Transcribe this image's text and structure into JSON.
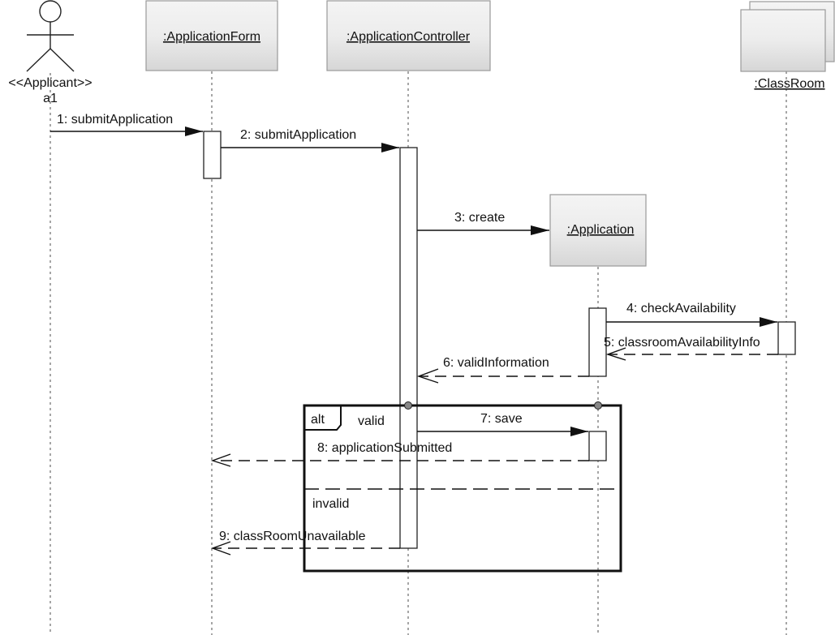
{
  "diagram": {
    "type": "UML sequence diagram",
    "actor": {
      "stereotype": "<<Applicant>>",
      "name": "a1"
    },
    "participants": [
      {
        "id": "form",
        "label": ":ApplicationForm"
      },
      {
        "id": "controller",
        "label": ":ApplicationController"
      },
      {
        "id": "application",
        "label": ":Application"
      },
      {
        "id": "classroom",
        "label": ":ClassRoom"
      }
    ],
    "messages": [
      {
        "label": "1: submitApplication",
        "from": "a1",
        "to": "form",
        "kind": "sync"
      },
      {
        "label": "2: submitApplication",
        "from": "form",
        "to": "controller",
        "kind": "sync"
      },
      {
        "label": "3: create",
        "from": "controller",
        "to": "application",
        "kind": "create"
      },
      {
        "label": "4: checkAvailability",
        "from": "application",
        "to": "classroom",
        "kind": "sync"
      },
      {
        "label": "5: classroomAvailabilityInfo",
        "from": "classroom",
        "to": "application",
        "kind": "return"
      },
      {
        "label": "6: validInformation",
        "from": "application",
        "to": "controller",
        "kind": "return"
      },
      {
        "label": "7: save",
        "from": "controller",
        "to": "application",
        "kind": "sync"
      },
      {
        "label": "8: applicationSubmitted",
        "from": "application",
        "to": "form",
        "kind": "return"
      },
      {
        "label": "9: classRoomUnavailable",
        "from": "controller",
        "to": "form",
        "kind": "return"
      }
    ],
    "fragment": {
      "operator": "alt",
      "guards": [
        "valid",
        "invalid"
      ]
    }
  }
}
